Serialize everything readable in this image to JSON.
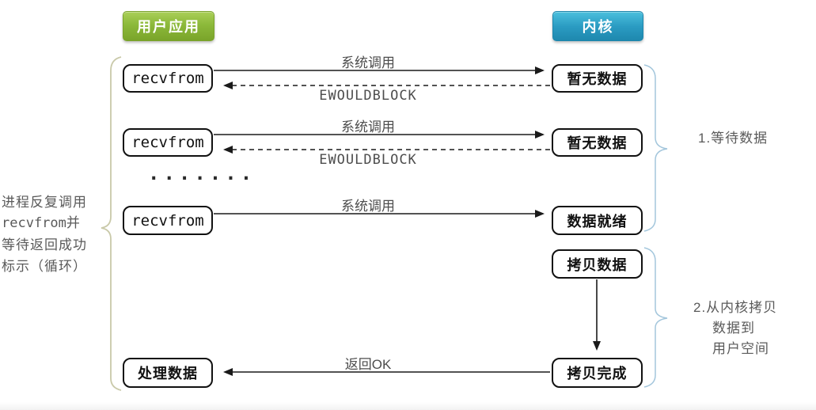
{
  "headers": {
    "user_app": "用户应用",
    "kernel": "内核"
  },
  "left_note": {
    "line1": "进程反复调用",
    "line2": "recvfrom并",
    "line3": "等待返回成功",
    "line4": "标示（循环）"
  },
  "user_column": {
    "recvfrom1": "recvfrom",
    "recvfrom2": "recvfrom",
    "recvfrom3": "recvfrom",
    "process_data": "处理数据",
    "dots": "·······"
  },
  "kernel_column": {
    "no_data1": "暂无数据",
    "no_data2": "暂无数据",
    "data_ready": "数据就绪",
    "copy_data": "拷贝数据",
    "copy_done": "拷贝完成"
  },
  "arrow_labels": {
    "syscall1": "系统调用",
    "ewouldblock1": "EWOULDBLOCK",
    "syscall2": "系统调用",
    "ewouldblock2": "EWOULDBLOCK",
    "syscall3": "系统调用",
    "return_ok": "返回OK"
  },
  "right_notes": {
    "note1": "1.等待数据",
    "note2_line1": "2.从内核拷贝",
    "note2_line2": "数据到",
    "note2_line3": "用户空间"
  },
  "colors": {
    "user_app_green": "#8cb93a",
    "kernel_blue": "#2b9cc3",
    "arrow_black": "#1a1a1a",
    "label_gray": "#4d4d4d",
    "left_brace": "#c9c9a9",
    "right_brace": "#a3c6dc"
  }
}
